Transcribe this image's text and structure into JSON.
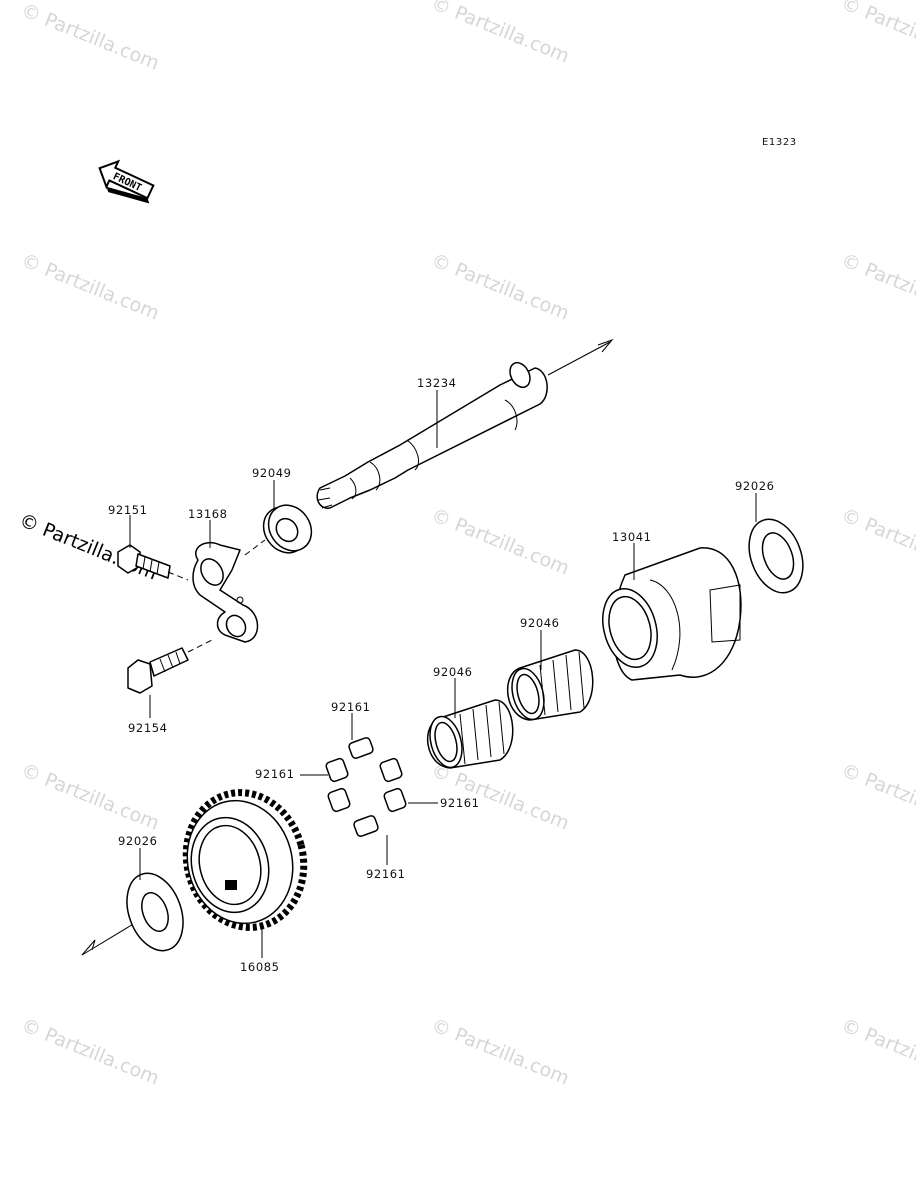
{
  "diagram_code": "E1323",
  "front_label": "FRONT",
  "watermark": "© Partzilla.com",
  "side_watermark": "© Partzilla.com",
  "parts": {
    "shaft": "13234",
    "oil_seal": "92049",
    "bolt_upper": "92151",
    "lever": "13168",
    "bolt_lower": "92154",
    "washer_right": "92026",
    "hub": "13041",
    "bearing_upper": "92046",
    "bearing_lower": "92046",
    "damper_top": "92161",
    "damper_left": "92161",
    "damper_right": "92161",
    "damper_bottom": "92161",
    "washer_left": "92026",
    "gear": "16085"
  }
}
